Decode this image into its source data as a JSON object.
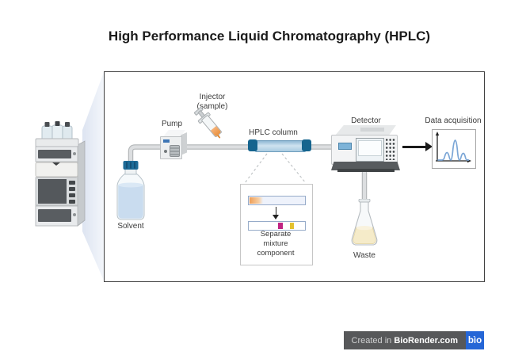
{
  "title": "High Performance Liquid Chromatography (HPLC)",
  "diagram": {
    "solvent_label": "Solvent",
    "pump_label": "Pump",
    "injector_label_line1": "Injector",
    "injector_label_line2": "(sample)",
    "column_label": "HPLC column",
    "mixture_line1": "Separate",
    "mixture_line2": "mixture",
    "mixture_line3": "component",
    "detector_label": "Detector",
    "data_acquisition_label": "Data acquisition",
    "waste_label": "Waste"
  },
  "footer": {
    "created_in": "Created in ",
    "brand": "BioRender.com",
    "logo_text": "bìo"
  },
  "colors": {
    "accent_blue": "#15648e",
    "tube_gray": "#d7dadc",
    "chart_line_blue": "#7ba6d6",
    "orange_band": "#efa057",
    "magenta_band": "#c02382",
    "yellow_band": "#e4c12e",
    "badge_bg": "#57585a",
    "badge_blue": "#2566d6",
    "solvent_liquid": "#c9dcef",
    "waste_liquid": "#f5ebc9"
  }
}
